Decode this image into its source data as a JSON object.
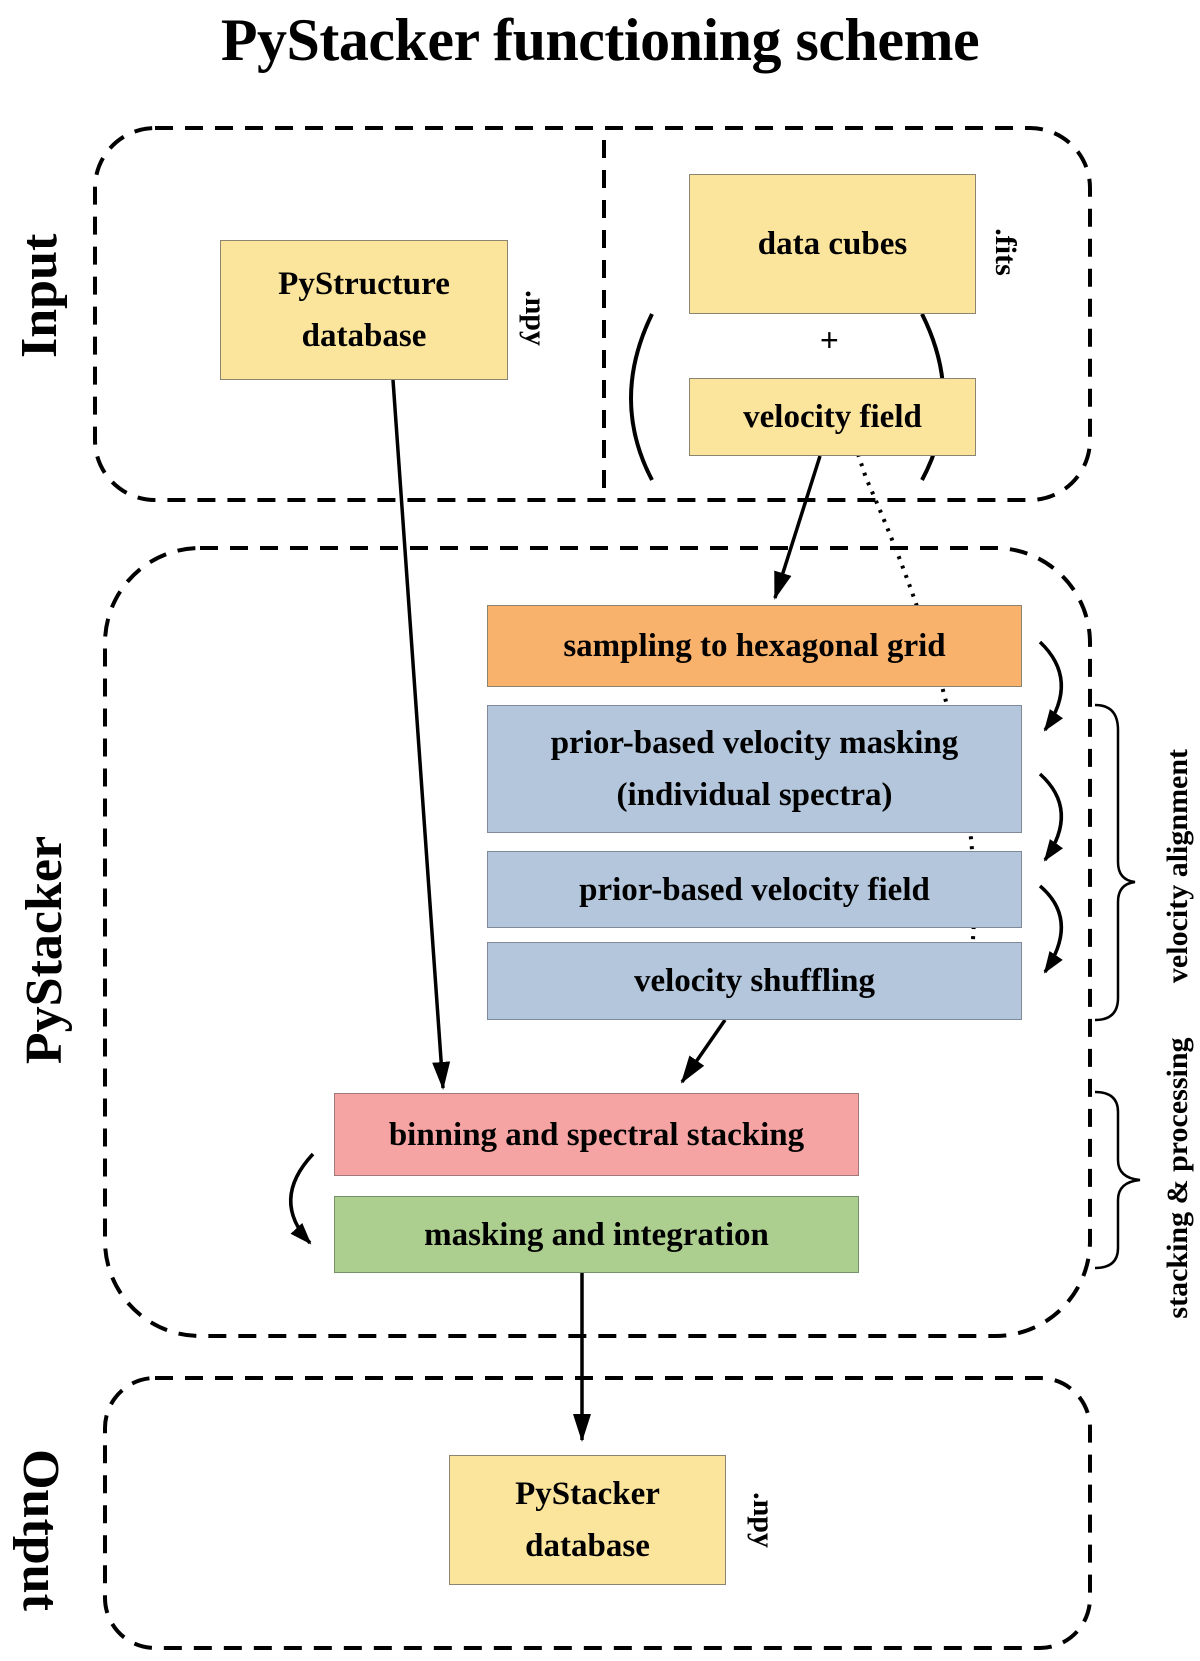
{
  "title": "PyStacker functioning scheme",
  "sections": {
    "input": "Input",
    "pystacker": "PyStacker",
    "output": "Output"
  },
  "input": {
    "pystructure": {
      "line1": "PyStructure",
      "line2": "database",
      "ext": ".npy"
    },
    "data_cubes": {
      "label": "data cubes",
      "ext": ".fits"
    },
    "plus": "+",
    "velocity_field": {
      "label": "velocity field"
    }
  },
  "steps": {
    "sampling": "sampling to hexagonal grid",
    "masking": {
      "line1": "prior-based velocity masking",
      "line2": "(individual spectra)"
    },
    "prior_field": "prior-based velocity field",
    "shuffling": "velocity shuffling",
    "binning": "binning and spectral stacking",
    "integration": "masking and integration"
  },
  "groups": {
    "velocity_alignment": "velocity alignment",
    "stacking_processing": "stacking & processing"
  },
  "output": {
    "pystacker_db": {
      "line1": "PyStacker",
      "line2": "database",
      "ext": ".npy"
    }
  },
  "colors": {
    "input_box": "#fbe49c",
    "sampling": "#f9b26b",
    "velocity_steps": "#b3c6dc",
    "binning": "#f6a3a3",
    "integration": "#acce8e"
  }
}
